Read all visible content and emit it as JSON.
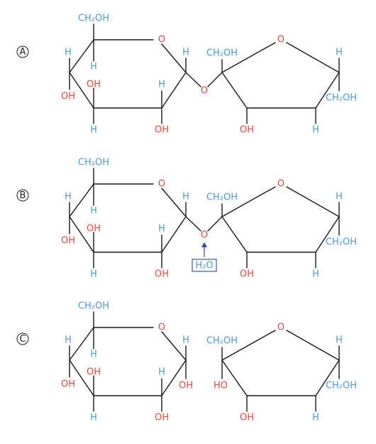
{
  "steps": [
    "A",
    "B",
    "C"
  ],
  "labels": {
    "ch2oh": "CH₂OH",
    "oh": "OH",
    "ho": "HO",
    "h": "H",
    "o": "O",
    "water": "H₂O"
  },
  "colors": {
    "hydrogen_text": "#4a9bd6",
    "oxygen_text": "#e8453c",
    "bonds": "#1a1a1a",
    "water_box": "#2d5fb3",
    "arrow": "#2d4a9b"
  }
}
